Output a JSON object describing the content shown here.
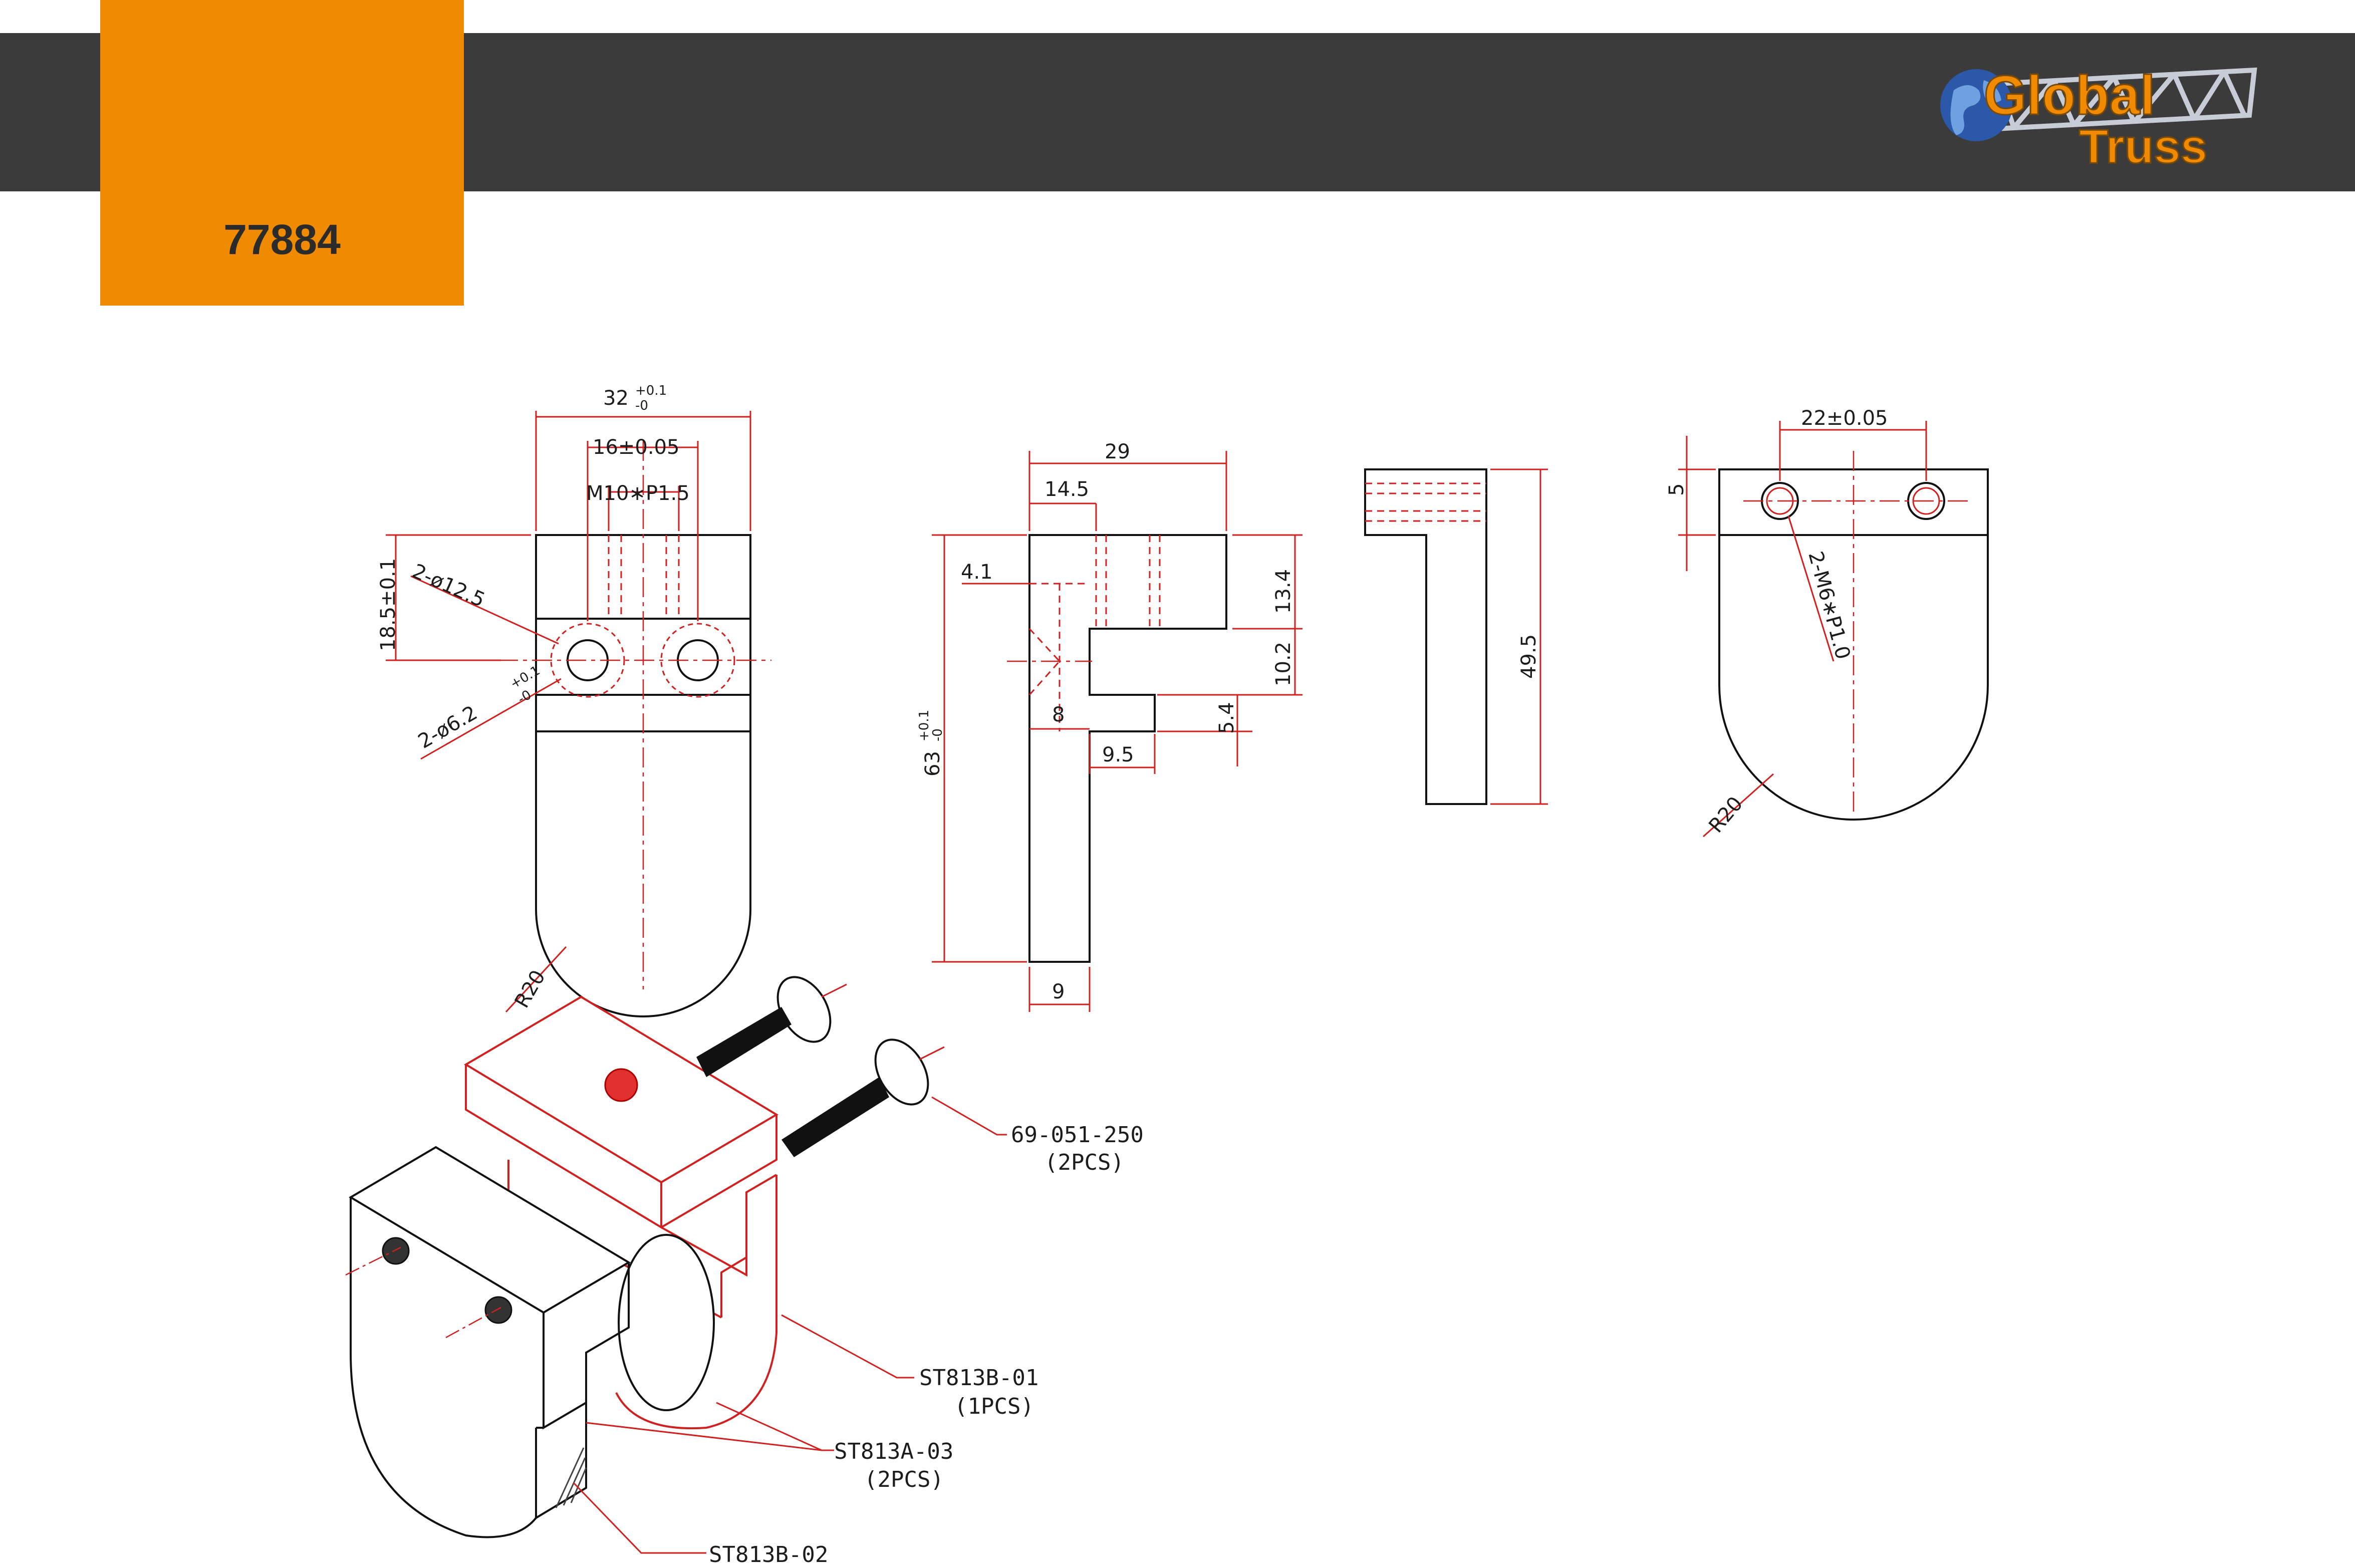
{
  "header": {
    "product_code": "77884",
    "brand_colors": {
      "orange": "#f08a00",
      "band": "#3b3b3b",
      "line_red": "#d02020"
    },
    "logo": {
      "line1": "Global",
      "line2": "Truss",
      "icon": "globe-truss-logo"
    }
  },
  "views": {
    "front": {
      "dim_width": "32",
      "dim_width_tol_plus": "+0.1",
      "dim_width_tol_minus": "-0",
      "dim_hole_spacing": "16±0.05",
      "dim_thread": "M10∗P1.5",
      "dim_height": "18.5±0.1",
      "dim_bore": "2-ø12.5",
      "dim_small_bore": "2-ø6.2",
      "dim_small_bore_tol": "+0.1",
      "dim_small_bore_tol_minus": "-0",
      "dim_radius": "R20"
    },
    "side": {
      "dim_29": "29",
      "dim_14_5": "14.5",
      "dim_4_1": "4.1",
      "dim_13_4": "13.4",
      "dim_10_2": "10.2",
      "dim_8": "8",
      "dim_5_4": "5.4",
      "dim_9_5": "9.5",
      "dim_total": "63",
      "dim_total_tol_plus": "+0.1",
      "dim_total_tol_minus": "-0",
      "dim_9": "9"
    },
    "profile": {
      "dim_49_5": "49.5"
    },
    "rear": {
      "dim_spacing": "22±0.05",
      "dim_5": "5",
      "dim_thread": "2-M6∗P1.0",
      "dim_radius": "R20"
    }
  },
  "callouts": [
    {
      "part": "69-051-250",
      "qty": "(2PCS)"
    },
    {
      "part": "ST813B-01",
      "qty": "(1PCS)"
    },
    {
      "part": "ST813A-03",
      "qty": "(2PCS)"
    },
    {
      "part": "ST813B-02",
      "qty": ""
    }
  ]
}
